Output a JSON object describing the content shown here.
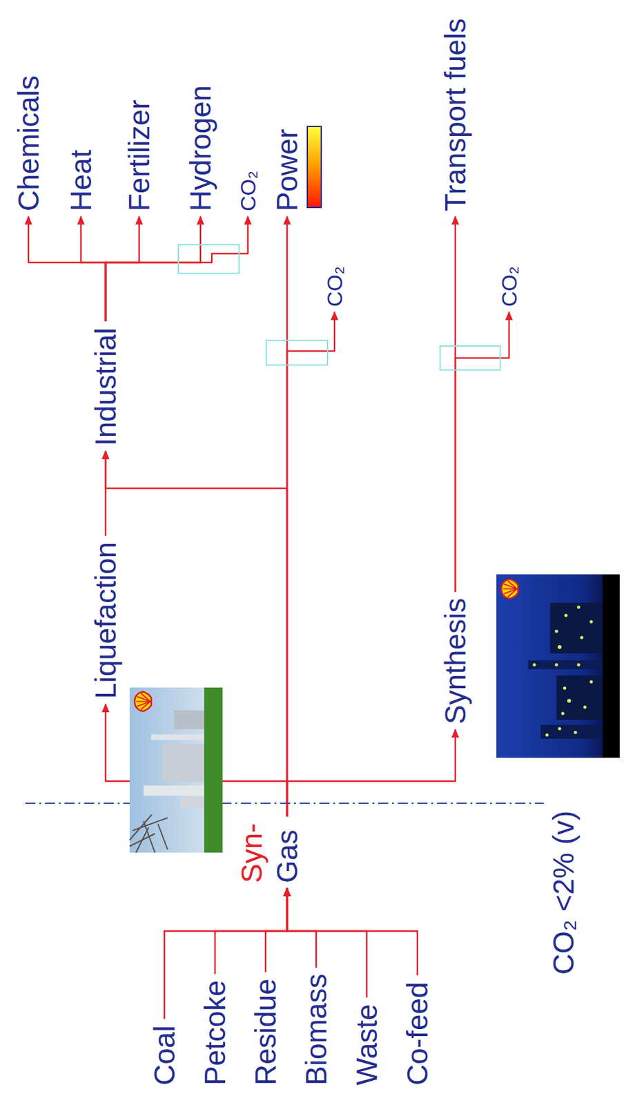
{
  "diagram": {
    "nodes": [
      {
        "text": [
          "Coal"
        ]
      },
      {
        "text": [
          "Petcoke"
        ]
      },
      {
        "text": [
          "Residue"
        ]
      },
      {
        "text": [
          "Biomass"
        ]
      },
      {
        "text": [
          "Waste"
        ]
      },
      {
        "text": [
          "Co-feed"
        ]
      },
      {
        "text": [
          "Syn-",
          "Gas"
        ]
      },
      {
        "text": [
          "Liquefaction"
        ]
      },
      {
        "text": [
          "Synthesis"
        ]
      },
      {
        "text": [
          "Industrial"
        ]
      },
      {
        "text": [
          "Power"
        ]
      },
      {
        "text": [
          "CO₂"
        ]
      },
      {
        "text": [
          "Transport fuels"
        ]
      },
      {
        "text": [
          "CO₂"
        ]
      },
      {
        "text": [
          "Chemicals"
        ]
      },
      {
        "text": [
          "Heat"
        ]
      },
      {
        "text": [
          "Fertilizer"
        ]
      },
      {
        "text": [
          "Hydrogen"
        ]
      },
      {
        "text": [
          "CO₂"
        ]
      }
    ],
    "edges": [
      {
        "from": 0,
        "to": 6,
        "arrow": "to"
      },
      {
        "from": 1,
        "to": 6,
        "arrow": "to"
      },
      {
        "from": 2,
        "to": 6,
        "arrow": "to"
      },
      {
        "from": 3,
        "to": 6,
        "arrow": "to"
      },
      {
        "from": 4,
        "to": 6,
        "arrow": "to"
      },
      {
        "from": 5,
        "to": 6,
        "arrow": "to"
      },
      {
        "from": 6,
        "to": 7,
        "arrow": "to"
      },
      {
        "from": 6,
        "to": 9,
        "arrow": "to"
      },
      {
        "from": 6,
        "to": 10,
        "arrow": "to"
      },
      {
        "from": 6,
        "to": 11,
        "arrow": "to"
      },
      {
        "from": 6,
        "to": 8,
        "arrow": "to"
      },
      {
        "from": 7,
        "to": 9,
        "arrow": "to"
      },
      {
        "from": 9,
        "to": 14,
        "arrow": "to"
      },
      {
        "from": 9,
        "to": 15,
        "arrow": "to"
      },
      {
        "from": 9,
        "to": 16,
        "arrow": "to"
      },
      {
        "from": 9,
        "to": 17,
        "arrow": "to"
      },
      {
        "from": 9,
        "to": 18,
        "arrow": "to"
      },
      {
        "from": 8,
        "to": 12,
        "arrow": "to"
      },
      {
        "from": 8,
        "to": 13,
        "arrow": "to"
      }
    ],
    "labels": [
      "CO₂ <2% (v)"
    ]
  }
}
